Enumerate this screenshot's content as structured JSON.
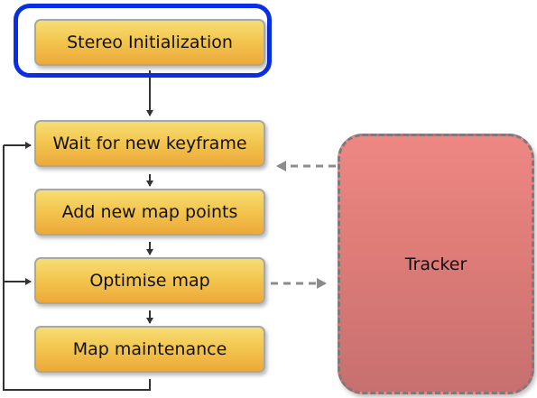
{
  "diagram": {
    "boxes": {
      "stereo_init": "Stereo Initialization",
      "wait_keyframe": "Wait for new keyframe",
      "add_points": "Add new map points",
      "optimise": "Optimise map",
      "maintenance": "Map maintenance"
    },
    "tracker_label": "Tracker",
    "colors": {
      "box_fill_top": "#f7dd73",
      "box_fill_bottom": "#eda93a",
      "box_border": "#a7a9a0",
      "tracker_fill": "#e07d79",
      "highlight_border": "#0a2ee6",
      "arrow": "#333333",
      "dashed_arrow": "#8c8c8c"
    }
  }
}
